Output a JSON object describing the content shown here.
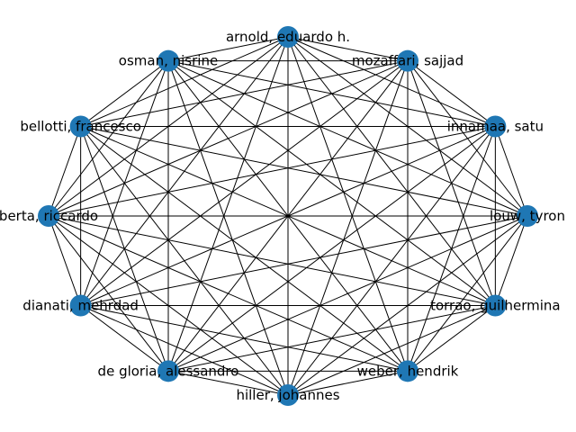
{
  "graph": {
    "type": "complete-graph",
    "node_color": "#1f77b4",
    "edge_color": "#000000",
    "nodes": [
      "arnold, eduardo h.",
      "mozaffari, sajjad",
      "innamaa, satu",
      "louw, tyron",
      "torrao, guilhermina",
      "weber, hendrik",
      "hiller, johannes",
      "de gloria, alessandro",
      "dianati, mehrdad",
      "berta, riccardo",
      "bellotti, francesco",
      "osman, nisrine"
    ]
  }
}
